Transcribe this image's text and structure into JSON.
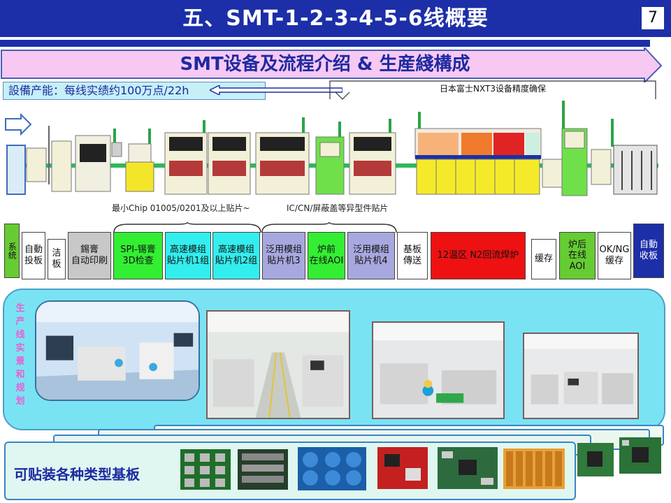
{
  "header": {
    "title": "五、SMT-1-2-3-4-5-6线概要",
    "page_number": "7"
  },
  "banner": {
    "title": "SMT设备及流程介绍 & 生産綫構成"
  },
  "capacity": {
    "text": "設備产能：每线实绩约100万点/22h"
  },
  "nxt_note": "日本富士NXT3设备精度确保",
  "captions": {
    "chip": "最小Chip 01005/0201及以上贴片~",
    "ic": "IC/CN/屏蔽盖等异型件贴片"
  },
  "process_steps": [
    {
      "label": "系统",
      "color": "#66cc33"
    },
    {
      "label": "自動\n投板",
      "color": "#ffffff"
    },
    {
      "label": "洁\n板",
      "color": "#ffffff"
    },
    {
      "label": "錫膏\n自动印刷",
      "color": "#c8c8c8"
    },
    {
      "label": "SPI-锡膏\n3D检查",
      "color": "#33ee33"
    },
    {
      "label": "高速模组\n貼片机1组",
      "color": "#33eeee"
    },
    {
      "label": "高速模组\n貼片机2组",
      "color": "#33eeee"
    },
    {
      "label": "泛用模组\n貼片机3",
      "color": "#a8a8e0"
    },
    {
      "label": "炉前\n在线AOI",
      "color": "#33ee33"
    },
    {
      "label": "泛用模组\n貼片机4",
      "color": "#a8a8e0"
    },
    {
      "label": "基板\n傳送",
      "color": "#ffffff"
    },
    {
      "label": "12温区 N2回流焊炉",
      "color": "#ee1111"
    },
    {
      "label": "缓存",
      "color": "#ffffff"
    },
    {
      "label": "炉后\n在线AOI",
      "color": "#66cc33"
    },
    {
      "label": "OK/NG\n缓存",
      "color": "#ffffff"
    },
    {
      "label": "自動\n收板",
      "color": "#1c2fa8"
    }
  ],
  "photos_label": "生产线实景和规划",
  "boards_label": "可贴装各种类型基板",
  "colors": {
    "primary_blue": "#1c2fa8",
    "banner_pink": "#f7c8f2",
    "panel_cyan": "#7ae3f3",
    "accent_magenta": "#e85fd6"
  }
}
